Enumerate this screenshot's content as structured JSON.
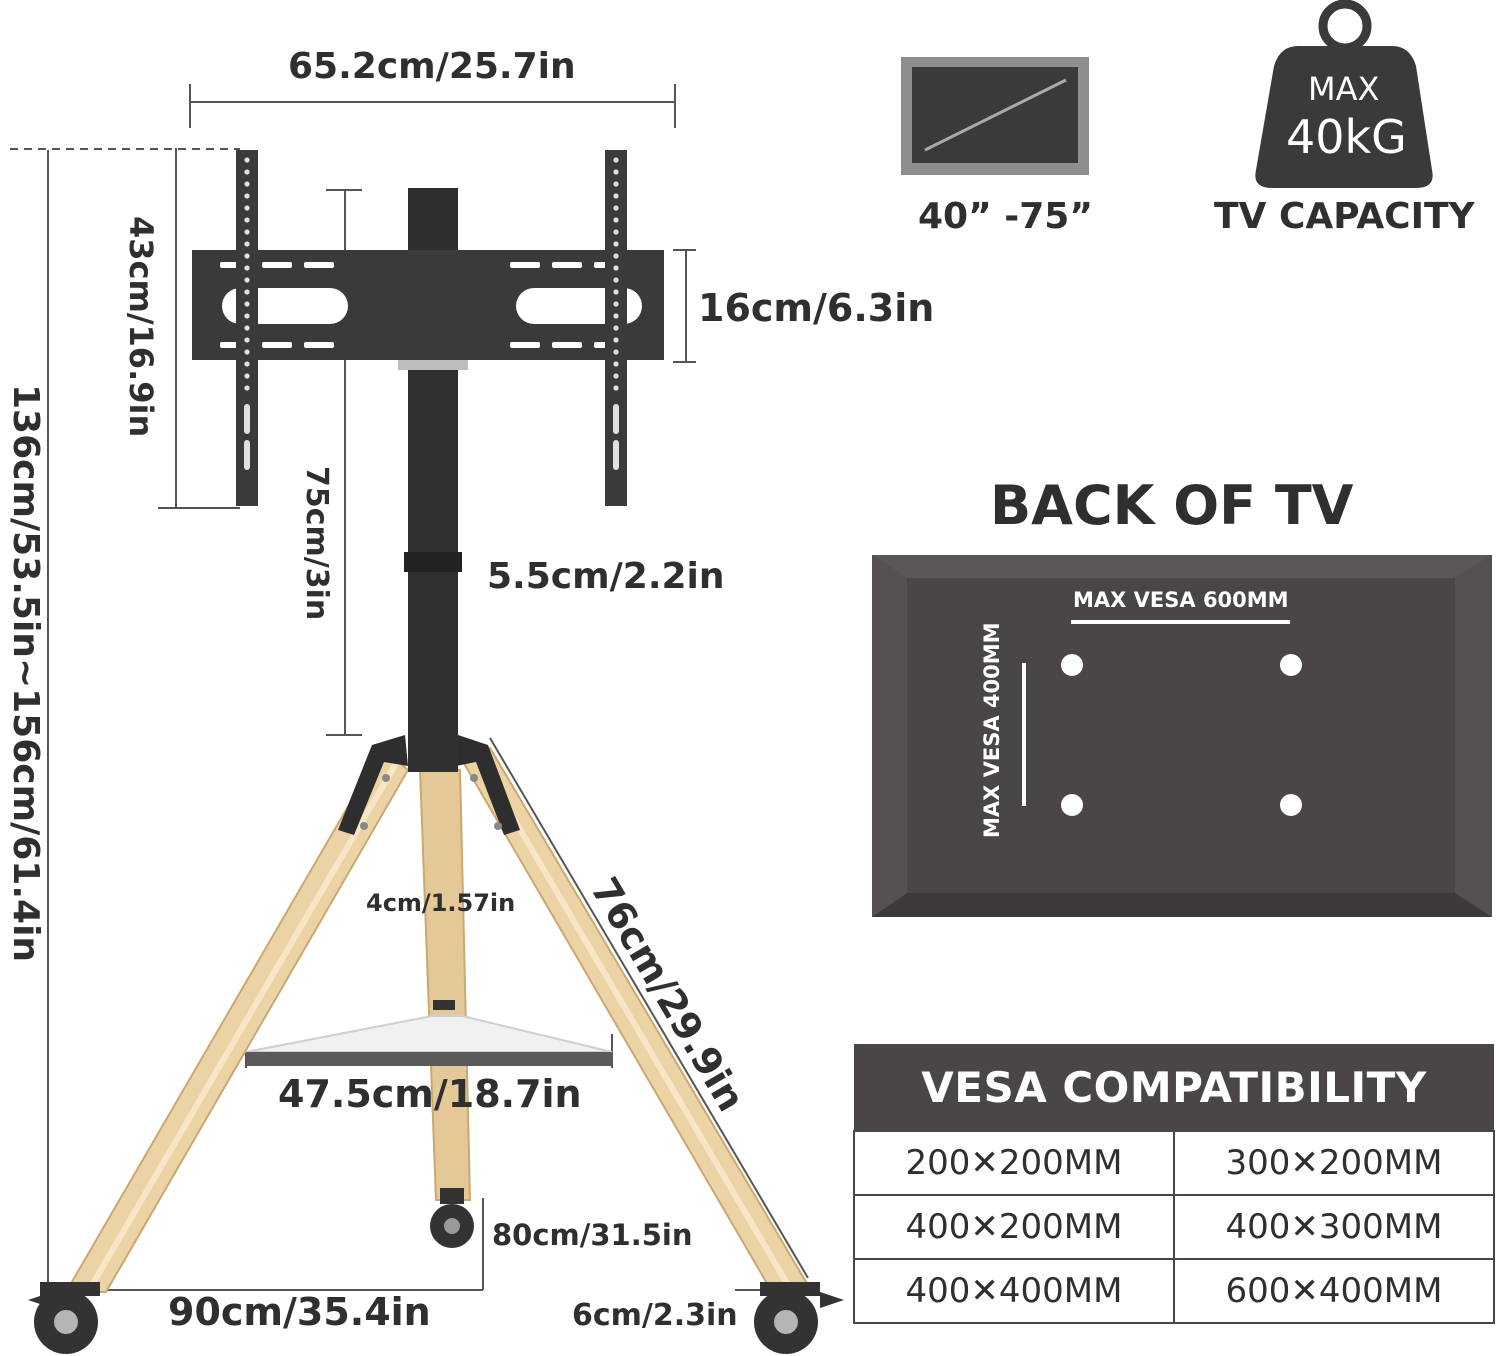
{
  "colors": {
    "metal": "#333333",
    "wood": "#e9cfa0",
    "wood_shadow": "#cfae76",
    "panel": "#4a4647",
    "screen_frame": "#8a8a8a",
    "text": "#2f2f2f"
  },
  "stand": {
    "bracket_width": "65.2cm/25.7in",
    "bracket_height": "43cm/16.9in",
    "plate_height": "16cm/6.3in",
    "total_height": "136cm/53.5in~156cm/61.4in",
    "height_adjust": "75cm/3in",
    "pole_diameter": "5.5cm/2.2in",
    "leg_width": "4cm/1.57in",
    "leg_length": "76cm/29.9in",
    "shelf_width": "47.5cm/18.7in",
    "rear_depth": "80cm/31.5in",
    "base_width": "90cm/35.4in",
    "wheel_size": "6cm/2.3in"
  },
  "screen_size": {
    "icon": "tv-screen-icon",
    "range": "40”  -75”"
  },
  "capacity": {
    "icon": "weight-icon",
    "max_label": "MAX",
    "value": "40kG",
    "caption": "TV CAPACITY"
  },
  "back_of_tv": {
    "title": "BACK OF TV",
    "max_vesa_horizontal": "MAX VESA 600MM",
    "max_vesa_vertical": "MAX VESA 400MM"
  },
  "vesa_table": {
    "header": "VESA COMPATIBILITY",
    "rows": [
      [
        "200✕200MM",
        "300✕200MM"
      ],
      [
        "400✕200MM",
        "400✕300MM"
      ],
      [
        "400✕400MM",
        "600✕400MM"
      ]
    ]
  }
}
